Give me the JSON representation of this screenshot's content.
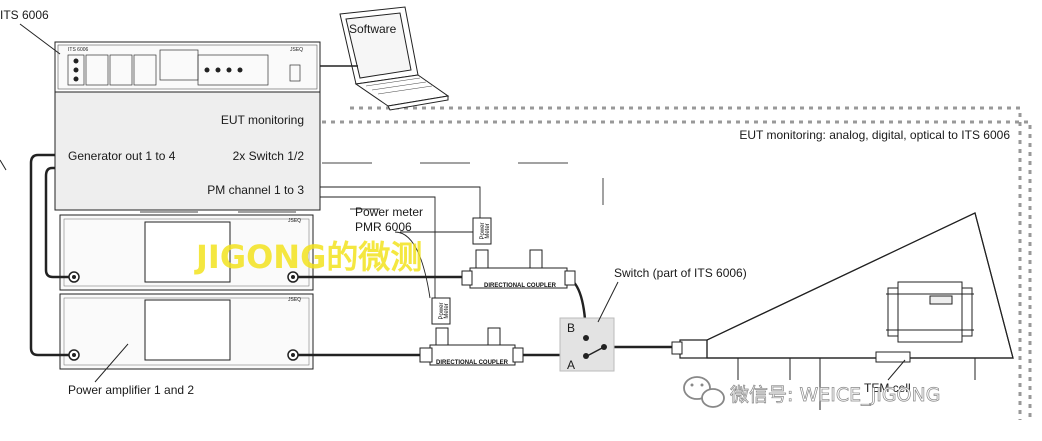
{
  "labels": {
    "its": "ITS 6006",
    "software": "Software",
    "eut_monitoring": "EUT monitoring",
    "generator_out": "Generator out 1 to 4",
    "switch_12": "2x Switch 1/2",
    "pm_channel": "PM channel 1 to 3",
    "eut_monitoring_long": "EUT monitoring: analog, digital, optical to ITS 6006",
    "power_meter_line1": "Power meter",
    "power_meter_line2": "PMR 6006",
    "switch_part": "Switch (part of ITS 6006)",
    "switch_b": "B",
    "switch_a": "A",
    "power_amplifier": "Power amplifier 1 and 2",
    "directional_coupler": "DIRECTIONAL COUPLER",
    "power_meter_small_1": "Power",
    "power_meter_small_2": "Meter",
    "tem_cell": "TEM cell",
    "brand": "JSEQ",
    "front_panel_model": "ITS 6006"
  },
  "watermarks": {
    "main": "JIGONG的微测",
    "wechat": "微信号: WEICE_JIGONG"
  },
  "colors": {
    "outline": "#222222",
    "rack_fill": "#eeeeee",
    "dotted": "#999999",
    "watermark_yellow": "#f3e31f",
    "switch_panel": "#e3e3e3"
  },
  "icons": {
    "wechat": "wechat-icon"
  }
}
